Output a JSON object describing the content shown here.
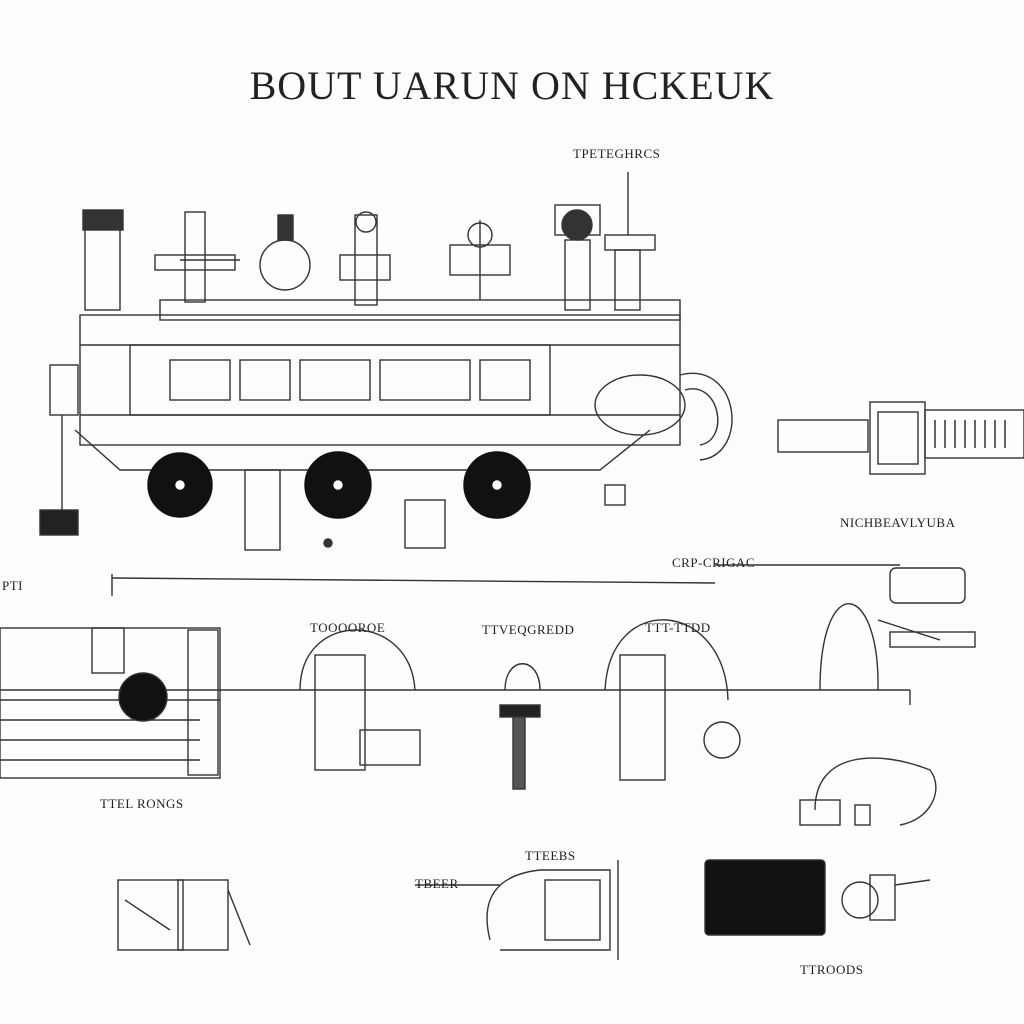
{
  "title": "BOUT UARUN ON HCKEUK",
  "labels": {
    "top_right_tag": "TPETEGHRCS",
    "right_mid_caption": "NICHBEAVLYUBA",
    "pipe_label_right": "CRP-CRIGAC",
    "left_edge_tag": "PTI",
    "arch_label_1": "TOOOOROE",
    "arch_label_2": "TTVEQGREDD",
    "arch_label_3": "TTT-TTDD",
    "lower_left_caption": "TTEL RONGS",
    "bottom_mid_tag": "TTEEBS",
    "bottom_small_tag": "TBEER",
    "bottom_right_caption": "TTROODS"
  }
}
